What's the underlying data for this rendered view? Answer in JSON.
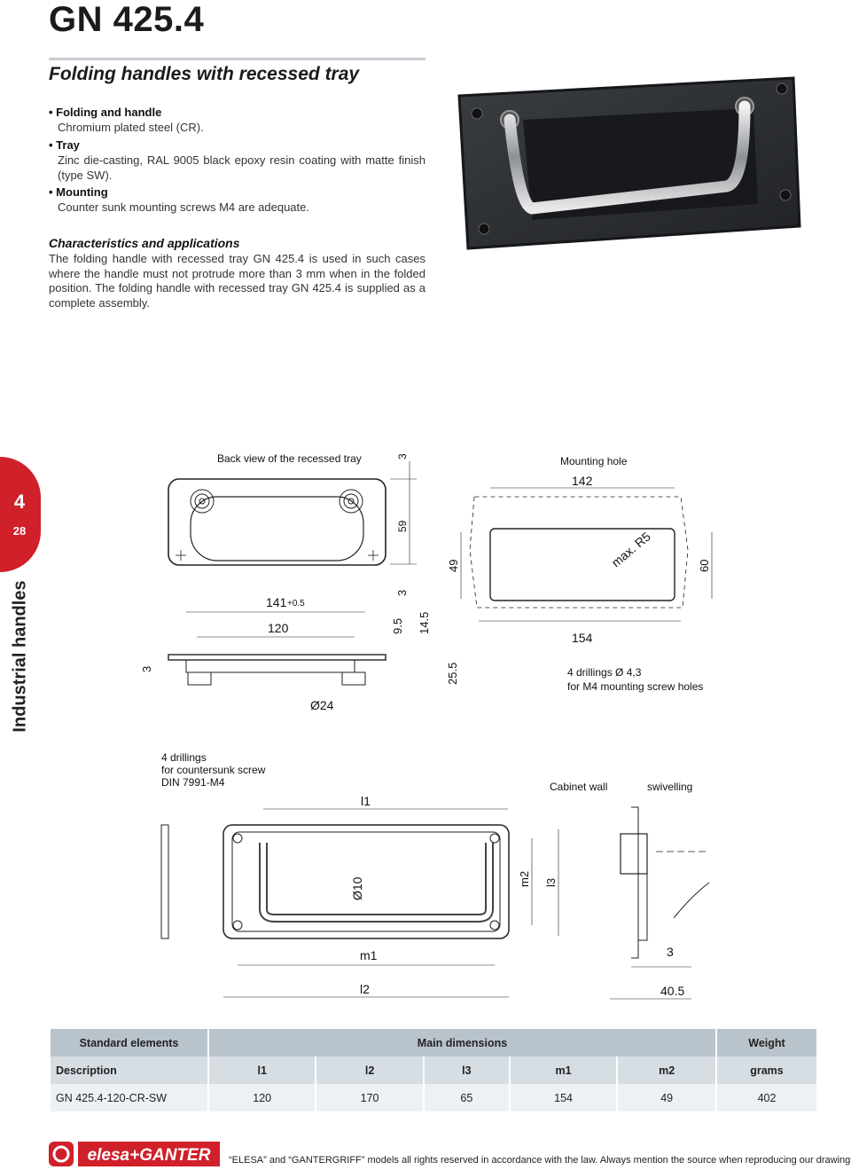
{
  "header": {
    "title": "GN 425.4",
    "subtitle": "Folding handles with recessed tray"
  },
  "specs": [
    {
      "head": "Folding and handle",
      "text": "Chromium plated steel (CR)."
    },
    {
      "head": "Tray",
      "text": "Zinc die-casting, RAL 9005 black epoxy resin coating with matte finish (type SW)."
    },
    {
      "head": "Mounting",
      "text": "Counter sunk mounting screws M4 are adequate."
    }
  ],
  "characteristics": {
    "title": "Characteristics and applications",
    "text": "The folding handle with recessed tray GN 425.4 is used in such cases where the handle must not protrude more than 3 mm when in the folded position. The folding handle with recessed tray GN 425.4 is supplied as a complete assembly."
  },
  "side": {
    "chapter": "4",
    "page": "28",
    "section": "Industrial handles",
    "tab_color": "#d0202a"
  },
  "drawing": {
    "back_view_label": "Back view of the recessed tray",
    "mounting_hole_label": "Mounting hole",
    "dim_142": "142",
    "dim_154": "154",
    "dim_49": "49",
    "dim_60": "60",
    "radius": "max. R5",
    "dim_3_top": "3",
    "dim_59": "59",
    "dim_3_mid": "3",
    "dim_141": "141",
    "tol_141": "+0.5",
    "dim_120": "120",
    "dim_3_left": "3",
    "dim_9_5": "9.5",
    "dim_14_5": "14.5",
    "dim_25_5": "25.5",
    "dia_24": "Ø24",
    "drill_note_1": "4 drillings Ø 4,3",
    "drill_note_2": "for M4 mounting screw holes",
    "cs_note_1": "4 drillings",
    "cs_note_2": "for countersunk screw",
    "cs_note_3": "DIN 7991-M4",
    "l1": "l1",
    "l2": "l2",
    "l3": "l3",
    "m1": "m1",
    "m2": "m2",
    "dia_10": "Ø10",
    "cabinet_wall": "Cabinet wall",
    "swivelling": "swivelling",
    "dim_3_side": "3",
    "dim_40_5": "40.5"
  },
  "table": {
    "group_headers": [
      "Standard elements",
      "Main dimensions",
      "Weight"
    ],
    "columns": [
      "Description",
      "l1",
      "l2",
      "l3",
      "m1",
      "m2",
      "grams"
    ],
    "rows": [
      [
        "GN 425.4-120-CR-SW",
        "120",
        "170",
        "65",
        "154",
        "49",
        "402"
      ]
    ]
  },
  "footer": {
    "logo_text": "elesa+GANTER",
    "note": "“ELESA” and “GANTERGRIFF” models all rights reserved in accordance with the law. Always mention the source when reproducing our drawings."
  }
}
